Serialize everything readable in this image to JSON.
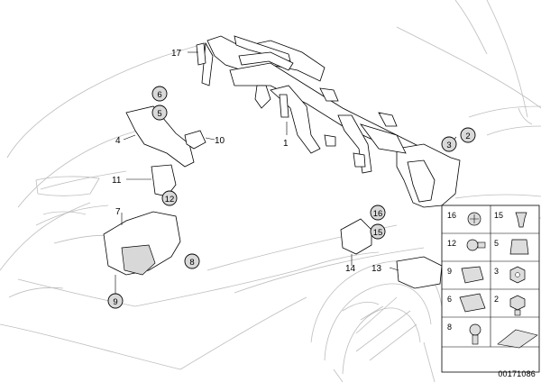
{
  "callouts": {
    "c1": "1",
    "c2": "2",
    "c3": "3",
    "c4": "4",
    "c5": "5",
    "c6": "6",
    "c7": "7",
    "c8": "8",
    "c9": "9",
    "c10": "10",
    "c11": "11",
    "c12": "12",
    "c13": "13",
    "c14": "14",
    "c15": "15",
    "c16": "16",
    "c17": "17"
  },
  "fastener_table": {
    "r1": [
      "16",
      "15"
    ],
    "r2": [
      "12",
      "5"
    ],
    "r3": [
      "9",
      "3"
    ],
    "r4": [
      "6",
      "2"
    ],
    "r5": [
      "8",
      ""
    ]
  },
  "doc_id": "00171086"
}
